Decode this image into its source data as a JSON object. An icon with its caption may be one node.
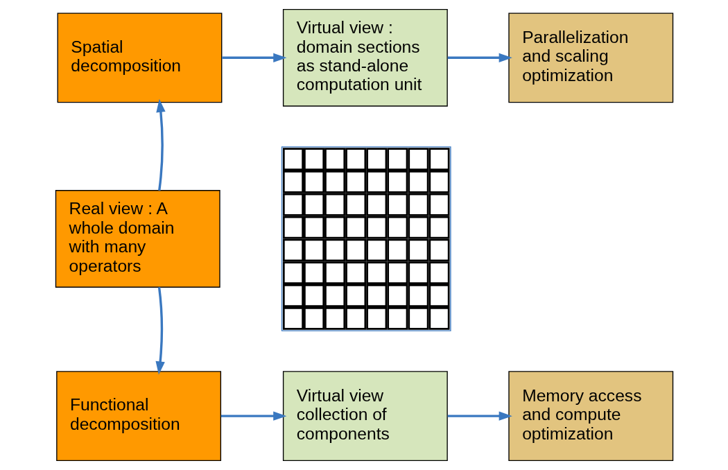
{
  "diagram": {
    "nodes": [
      {
        "text": [
          "Spatial decomposition"
        ]
      },
      {
        "text": [
          "Virtual view : domain sections as stand-alone computation unit"
        ]
      },
      {
        "text": [
          "Parallelization and scaling optimization"
        ]
      },
      {
        "text": [
          "Real view : A whole domain with many operators"
        ]
      },
      {
        "text": [],
        "shape": "picture"
      },
      {
        "text": [
          "Functional decomposition"
        ]
      },
      {
        "text": [
          "Virtual view collection of components"
        ]
      },
      {
        "text": [
          "Memory access and compute optimization"
        ]
      }
    ],
    "edges": [
      {
        "from": 0,
        "to": 1,
        "arrow": "to"
      },
      {
        "from": 1,
        "to": 2,
        "arrow": "to"
      },
      {
        "from": 3,
        "to": 0,
        "arrow": "to"
      },
      {
        "from": 3,
        "to": 5,
        "arrow": "to"
      },
      {
        "from": 5,
        "to": 6,
        "arrow": "to"
      },
      {
        "from": 6,
        "to": 7,
        "arrow": "to"
      }
    ]
  }
}
